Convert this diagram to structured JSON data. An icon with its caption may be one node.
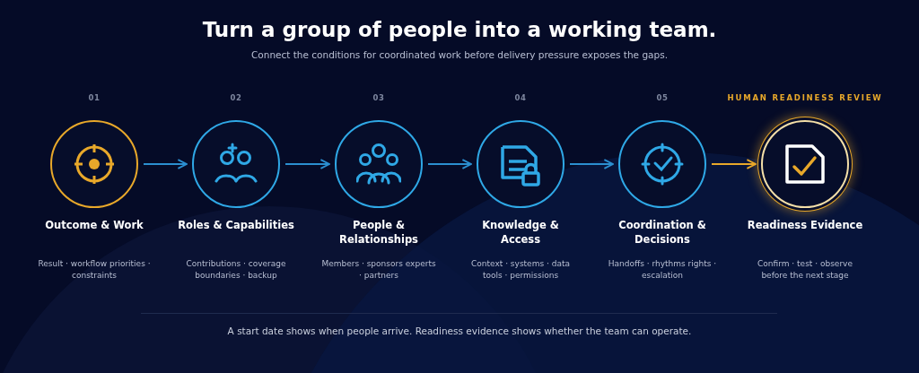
{
  "diagram": {
    "title": "Turn a group of people into a working team.",
    "caption": "A start date shows when people arrive. Readiness evidence shows whether the team can operate.",
    "nodes": [
      {
        "text": [
          "Outcome & Work",
          "Result · workflow priorities · constraints"
        ],
        "beside": [
          "01"
        ]
      },
      {
        "text": [
          "Roles & Capabilities",
          "Contributions · coverage boundaries · backup"
        ],
        "beside": [
          "02"
        ]
      },
      {
        "text": [
          "People & Relationships",
          "Members · sponsors experts · partners"
        ],
        "beside": [
          "03"
        ]
      },
      {
        "text": [
          "Knowledge & Access",
          "Context · systems · data tools · permissions"
        ],
        "beside": [
          "04"
        ]
      },
      {
        "text": [
          "Coordination & Decisions",
          "Handoffs · rhythms rights · escalation"
        ],
        "beside": [
          "05"
        ]
      },
      {
        "text": [
          "Readiness Evidence",
          "Confirm · test · observe before the next stage"
        ],
        "beside": [
          "HUMAN READINESS REVIEW"
        ]
      }
    ],
    "edges": [
      {
        "from": 0,
        "to": 1,
        "arrow": "to"
      },
      {
        "from": 1,
        "to": 2,
        "arrow": "to"
      },
      {
        "from": 2,
        "to": 3,
        "arrow": "to"
      },
      {
        "from": 3,
        "to": 4,
        "arrow": "to"
      },
      {
        "from": 4,
        "to": 5,
        "arrow": "to",
        "color": "#e8a82a"
      }
    ],
    "labels": [
      "Connect the conditions for coordinated work before delivery pressure exposes the gaps."
    ]
  }
}
